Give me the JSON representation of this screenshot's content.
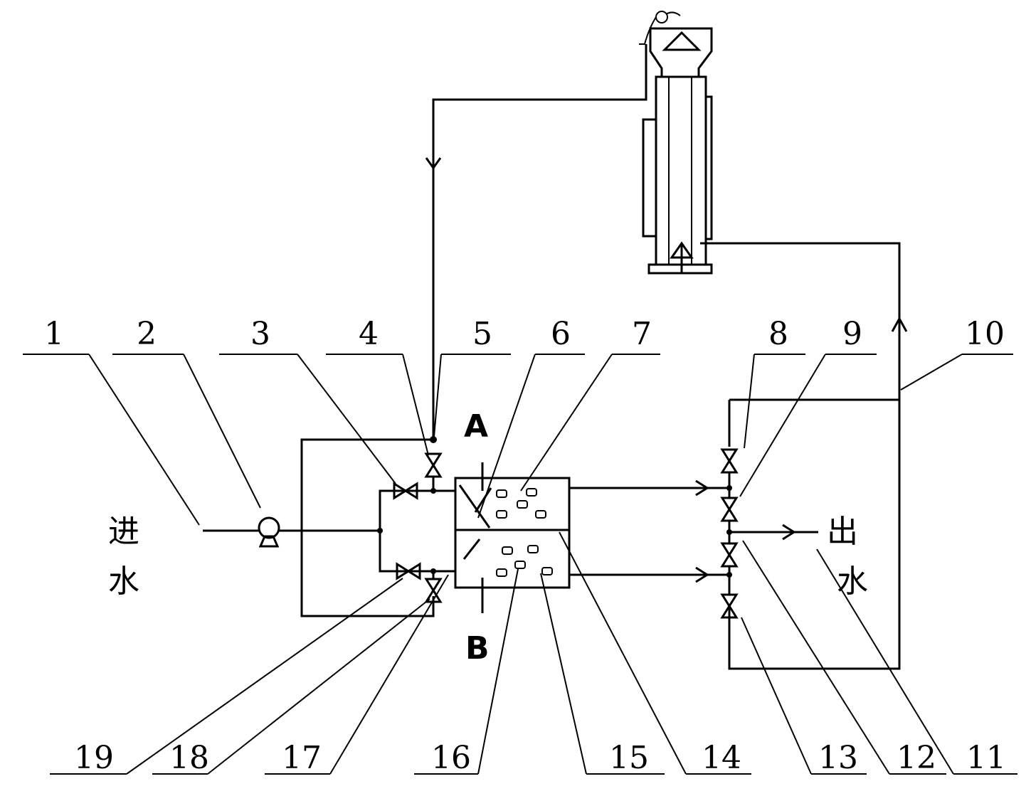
{
  "diagram": {
    "callout_numbers": [
      "1",
      "2",
      "3",
      "4",
      "5",
      "6",
      "7",
      "8",
      "9",
      "10",
      "11",
      "12",
      "13",
      "14",
      "15",
      "16",
      "17",
      "18",
      "19"
    ],
    "chamber_labels": {
      "a": "A",
      "b": "B"
    },
    "inlet_text": [
      "进",
      "水"
    ],
    "outlet_text": [
      "出",
      "水"
    ],
    "colors": {
      "line": "#000000",
      "background": "#ffffff"
    }
  }
}
